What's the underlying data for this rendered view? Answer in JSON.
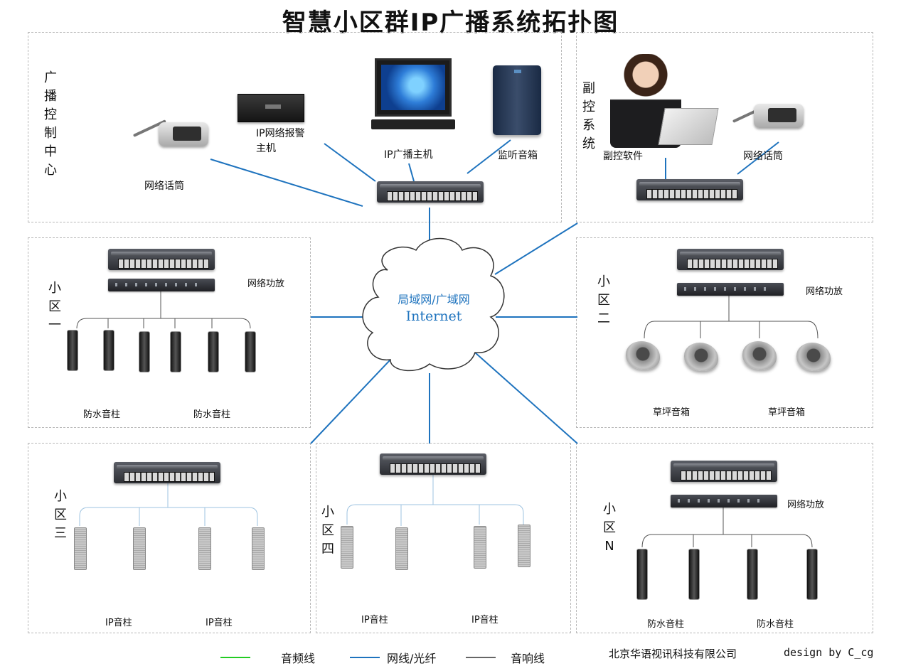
{
  "title": "智慧小区群IP广播系统拓扑图",
  "control_center": {
    "label": "广播控制中心",
    "mic_label": "网络话筒",
    "alarm_label": "IP网络报警主机",
    "host_label": "IP广播主机",
    "monitor_label": "监听音箱"
  },
  "sub_control": {
    "label": "副控系统",
    "software_label": "副控软件",
    "mic_label": "网络话筒"
  },
  "cloud": {
    "line1": "局域网/广域网",
    "line2": "Internet"
  },
  "zones": {
    "z1": {
      "label": "小区一",
      "amp_label": "网络功放",
      "speaker_left": "防水音柱",
      "speaker_right": "防水音柱"
    },
    "z2": {
      "label": "小区二",
      "amp_label": "网络功放",
      "speaker_left": "草坪音箱",
      "speaker_right": "草坪音箱"
    },
    "z3": {
      "label": "小区三",
      "speaker_left": "IP音柱",
      "speaker_right": "IP音柱"
    },
    "z4": {
      "label": "小区四",
      "speaker_left": "IP音柱",
      "speaker_right": "IP音柱"
    },
    "zn": {
      "label": "小区N",
      "amp_label": "网络功放",
      "speaker_left": "防水音柱",
      "speaker_right": "防水音柱"
    }
  },
  "legend": [
    {
      "label": "音频线",
      "color": "#22cc22"
    },
    {
      "label": "网线/光纤",
      "color": "#1e73be"
    },
    {
      "label": "音响线",
      "color": "#333333"
    }
  ],
  "footer": {
    "company": "北京华语视讯科技有限公司",
    "design": "design by C_cg"
  },
  "colors": {
    "network": "#1e73be",
    "audio": "#22cc22",
    "speaker_wire": "#555555",
    "ip_wire": "#9ec3e0"
  }
}
